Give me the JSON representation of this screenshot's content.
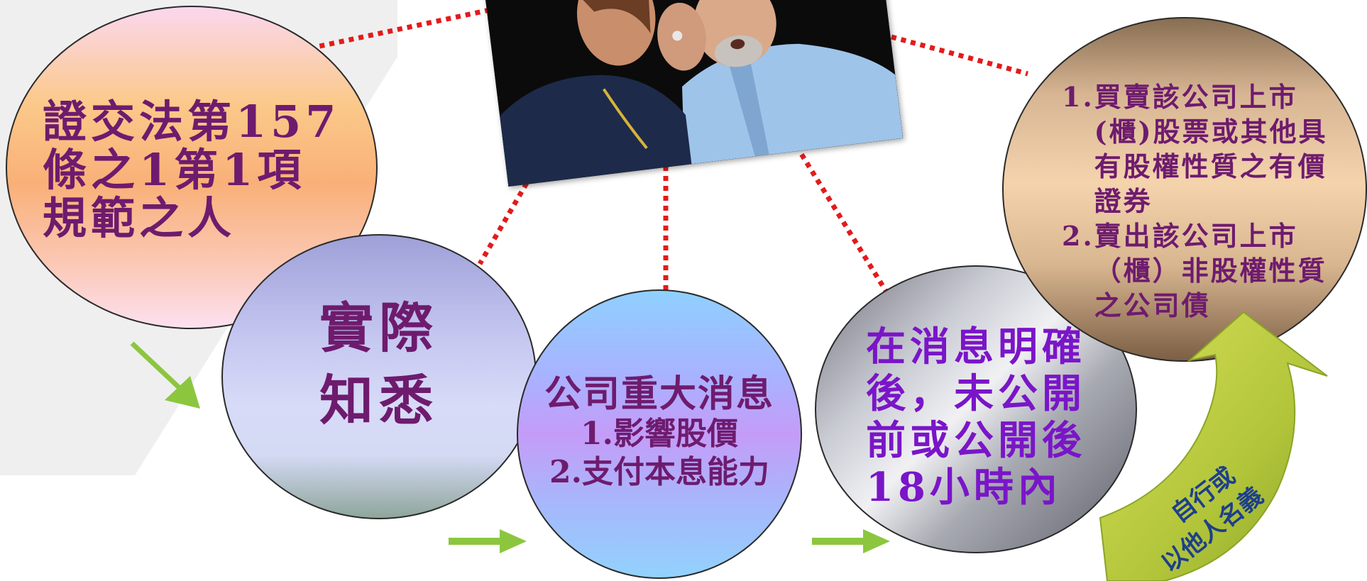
{
  "nodes": {
    "persons": "證交法第157條之1第1項規範之人",
    "knowledge": [
      "實際",
      "知悉"
    ],
    "news": {
      "title": "公司重大消息",
      "items": [
        "1.影響股價",
        "2.支付本息能力"
      ]
    },
    "timing": "在消息明確後，未公開前或公開後18小時內",
    "actions": [
      {
        "num": "1.",
        "text": "買賣該公司上市(櫃)股票或其他具有股權性質之有價證券"
      },
      {
        "num": "2.",
        "text": "賣出該公司上市（櫃）非股權性質之公司債"
      }
    ]
  },
  "curved_arrow_label": [
    "自行或",
    "以他人名義"
  ],
  "colors": {
    "text_purple": "#6e1b6e",
    "timing_text": "#7a15c8",
    "dotted_line": "#e31b1b",
    "green_arrow": "#8cc63f",
    "curved_arrow": "#a8c23a",
    "curved_label": "#1d3f8c"
  },
  "photo": {
    "description_icon": "whisper-photo"
  }
}
